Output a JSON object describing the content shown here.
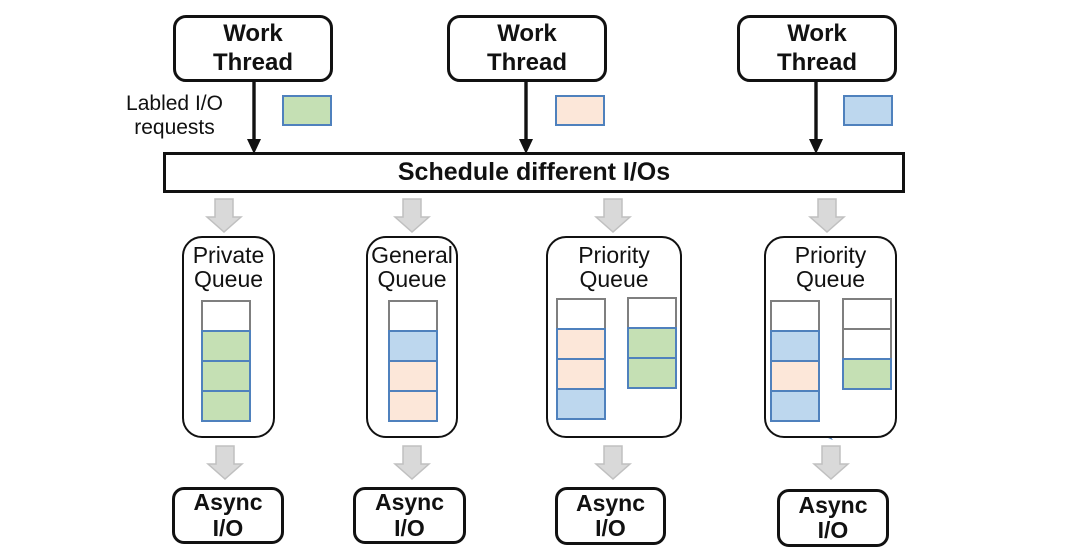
{
  "diagram": {
    "title_semantics": "IO scheduling diagram",
    "colors": {
      "green": "#c5e0b4",
      "peach": "#fce7d9",
      "blue": "#bdd7ee",
      "cell_border_blue": "#4f81bd",
      "cell_border_gray": "#7f7f7f",
      "fat_arrow_fill": "#d9d9d9",
      "fat_arrow_border": "#c0c0c0",
      "connector_black": "#111111",
      "dequeue_arrow_blue": "#4f81bd"
    },
    "work_threads": [
      {
        "line1": "Work",
        "line2": "Thread",
        "request_color": "green"
      },
      {
        "line1": "Work",
        "line2": "Thread",
        "request_color": "peach"
      },
      {
        "line1": "Work",
        "line2": "Thread",
        "request_color": "blue"
      }
    ],
    "request_label": {
      "line1": "Labled I/O",
      "line2": "requests"
    },
    "scheduler": {
      "label": "Schedule different I/Os"
    },
    "queues": [
      {
        "line1": "Private",
        "line2": "Queue",
        "stacks": [
          [
            "white",
            "green",
            "green",
            "green"
          ]
        ]
      },
      {
        "line1": "General",
        "line2": "Queue",
        "stacks": [
          [
            "white",
            "blue",
            "peach",
            "peach"
          ]
        ]
      },
      {
        "line1": "Priority",
        "line2": "Queue",
        "stacks": [
          [
            "white",
            "peach",
            "peach",
            "blue"
          ],
          [
            "white",
            "green",
            "green"
          ]
        ]
      },
      {
        "line1": "Priority",
        "line2": "Queue",
        "stacks": [
          [
            "white",
            "blue",
            "peach",
            "blue"
          ],
          [
            "white",
            "white",
            "green"
          ]
        ]
      }
    ],
    "async_boxes": [
      {
        "line1": "Async",
        "line2": "I/O"
      },
      {
        "line1": "Async",
        "line2": "I/O"
      },
      {
        "line1": "Async",
        "line2": "I/O"
      },
      {
        "line1": "Async",
        "line2": "I/O"
      }
    ]
  }
}
